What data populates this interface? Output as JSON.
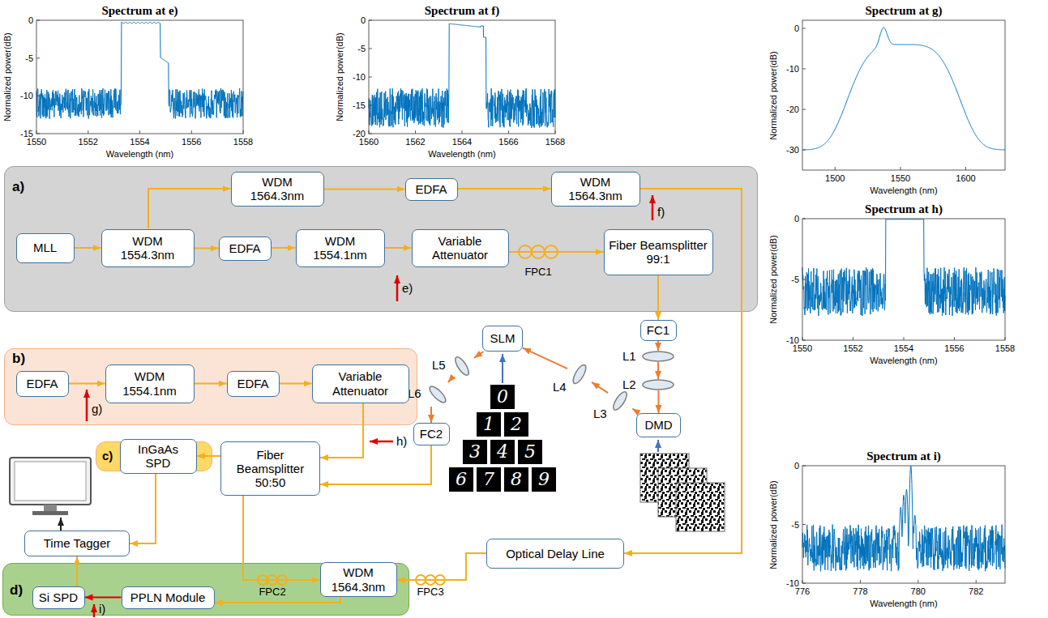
{
  "diagram": {
    "nodes": [
      {
        "text": [
          "a)"
        ]
      },
      {
        "text": [
          "WDM 1564.3nm"
        ],
        "in": 0
      },
      {
        "text": [
          "EDFA"
        ],
        "in": 0
      },
      {
        "text": [
          "WDM 1564.3nm"
        ],
        "in": 0
      },
      {
        "text": [
          "MLL"
        ],
        "in": 0
      },
      {
        "text": [
          "WDM 1554.3nm"
        ],
        "in": 0
      },
      {
        "text": [
          "EDFA"
        ],
        "in": 0
      },
      {
        "text": [
          "WDM 1554.1nm"
        ],
        "in": 0
      },
      {
        "text": [
          "Variable Attenuator"
        ],
        "in": 0
      },
      {
        "text": [
          "Fiber Beamsplitter 99:1"
        ],
        "in": 0
      },
      {
        "text": [
          "FC1"
        ]
      },
      {
        "text": [
          "L1"
        ]
      },
      {
        "text": [
          "L2"
        ]
      },
      {
        "text": [
          "DMD"
        ]
      },
      {
        "text": [
          "L3"
        ]
      },
      {
        "text": [
          "L4"
        ]
      },
      {
        "text": [
          "SLM"
        ]
      },
      {
        "text": [
          "L5"
        ]
      },
      {
        "text": [
          "L6"
        ]
      },
      {
        "text": [
          "FC2"
        ]
      },
      {
        "text": [
          "b)"
        ]
      },
      {
        "text": [
          "EDFA"
        ],
        "in": 20
      },
      {
        "text": [
          "WDM 1554.1nm"
        ],
        "in": 20
      },
      {
        "text": [
          "EDFA"
        ],
        "in": 20
      },
      {
        "text": [
          "Variable Attenuator"
        ],
        "in": 20
      },
      {
        "text": [
          "Fiber Beamsplitter 50:50"
        ]
      },
      {
        "text": [
          "c)"
        ]
      },
      {
        "text": [
          "InGaAs SPD"
        ],
        "in": 26
      },
      {
        "text": [
          "Time Tagger"
        ]
      },
      {
        "text": [
          "Optical Delay Line"
        ]
      },
      {
        "text": [
          "d)"
        ]
      },
      {
        "text": [
          "Si SPD"
        ],
        "in": 30
      },
      {
        "text": [
          "PPLN Module"
        ],
        "in": 30
      },
      {
        "text": [
          "WDM 1564.3nm"
        ],
        "in": 30
      }
    ],
    "edges": [
      {
        "from": 4,
        "to": 5,
        "arrow": "to"
      },
      {
        "from": 5,
        "to": 6,
        "arrow": "to"
      },
      {
        "from": 6,
        "to": 7,
        "arrow": "to"
      },
      {
        "from": 7,
        "to": 8,
        "arrow": "to"
      },
      {
        "from": 8,
        "to": 9,
        "arrow": "to"
      },
      {
        "from": 5,
        "to": 1,
        "arrow": "to"
      },
      {
        "from": 1,
        "to": 2,
        "arrow": "to"
      },
      {
        "from": 2,
        "to": 3,
        "arrow": "to"
      },
      {
        "from": 3,
        "to": 29,
        "arrow": "to"
      },
      {
        "from": 9,
        "to": 10,
        "arrow": "to"
      },
      {
        "from": 10,
        "to": 11,
        "arrow": "to"
      },
      {
        "from": 11,
        "to": 12,
        "arrow": "to"
      },
      {
        "from": 12,
        "to": 13,
        "arrow": "to"
      },
      {
        "from": 13,
        "to": 14,
        "arrow": "to"
      },
      {
        "from": 14,
        "to": 15,
        "arrow": "to"
      },
      {
        "from": 15,
        "to": 16,
        "arrow": "to"
      },
      {
        "from": 16,
        "to": 17,
        "arrow": "to"
      },
      {
        "from": 17,
        "to": 18,
        "arrow": "to"
      },
      {
        "from": 18,
        "to": 19,
        "arrow": "to"
      },
      {
        "from": 21,
        "to": 22,
        "arrow": "to"
      },
      {
        "from": 22,
        "to": 23,
        "arrow": "to"
      },
      {
        "from": 23,
        "to": 24,
        "arrow": "to"
      },
      {
        "from": 24,
        "to": 25,
        "arrow": "to"
      },
      {
        "from": 19,
        "to": 25,
        "arrow": "to"
      },
      {
        "from": 25,
        "to": 27,
        "arrow": "to"
      },
      {
        "from": 25,
        "to": 33,
        "arrow": "to"
      },
      {
        "from": 29,
        "to": 33,
        "arrow": "to"
      },
      {
        "from": 33,
        "to": 32,
        "arrow": "to"
      },
      {
        "from": 32,
        "to": 31,
        "arrow": "to"
      },
      {
        "from": 31,
        "to": 28,
        "arrow": "to"
      },
      {
        "from": 27,
        "to": 28,
        "arrow": "to"
      }
    ],
    "labels": [
      "Spectrum at e)",
      "Normalized power(dB)",
      "Wavelength (nm)",
      "0",
      "-5",
      "-10",
      "-15",
      "1550",
      "1552",
      "1554",
      "1556",
      "1558",
      "Spectrum at f)",
      "Normalized power(dB)",
      "Wavelength (nm)",
      "0",
      "-5",
      "-10",
      "-15",
      "-20",
      "1560",
      "1562",
      "1564",
      "1566",
      "1568",
      "Spectrum at g)",
      "Normalized power(dB)",
      "Wavelength (nm)",
      "0",
      "-10",
      "-20",
      "-30",
      "1500",
      "1550",
      "1600",
      "Spectrum at h)",
      "Normalized power(dB)",
      "Wavelength (nm)",
      "0",
      "-5",
      "-10",
      "1550",
      "1552",
      "1554",
      "1556",
      "1558",
      "Spectrum at i)",
      "Normalized power(dB)",
      "Wavelength (nm)",
      "0",
      "-5",
      "-10",
      "776",
      "778",
      "780",
      "782",
      "e)",
      "f)",
      "g)",
      "h)",
      "i)",
      "FPC1",
      "FPC2",
      "FPC3",
      "0",
      "1",
      "2",
      "3",
      "4",
      "5",
      "6",
      "7",
      "8",
      "9"
    ]
  }
}
